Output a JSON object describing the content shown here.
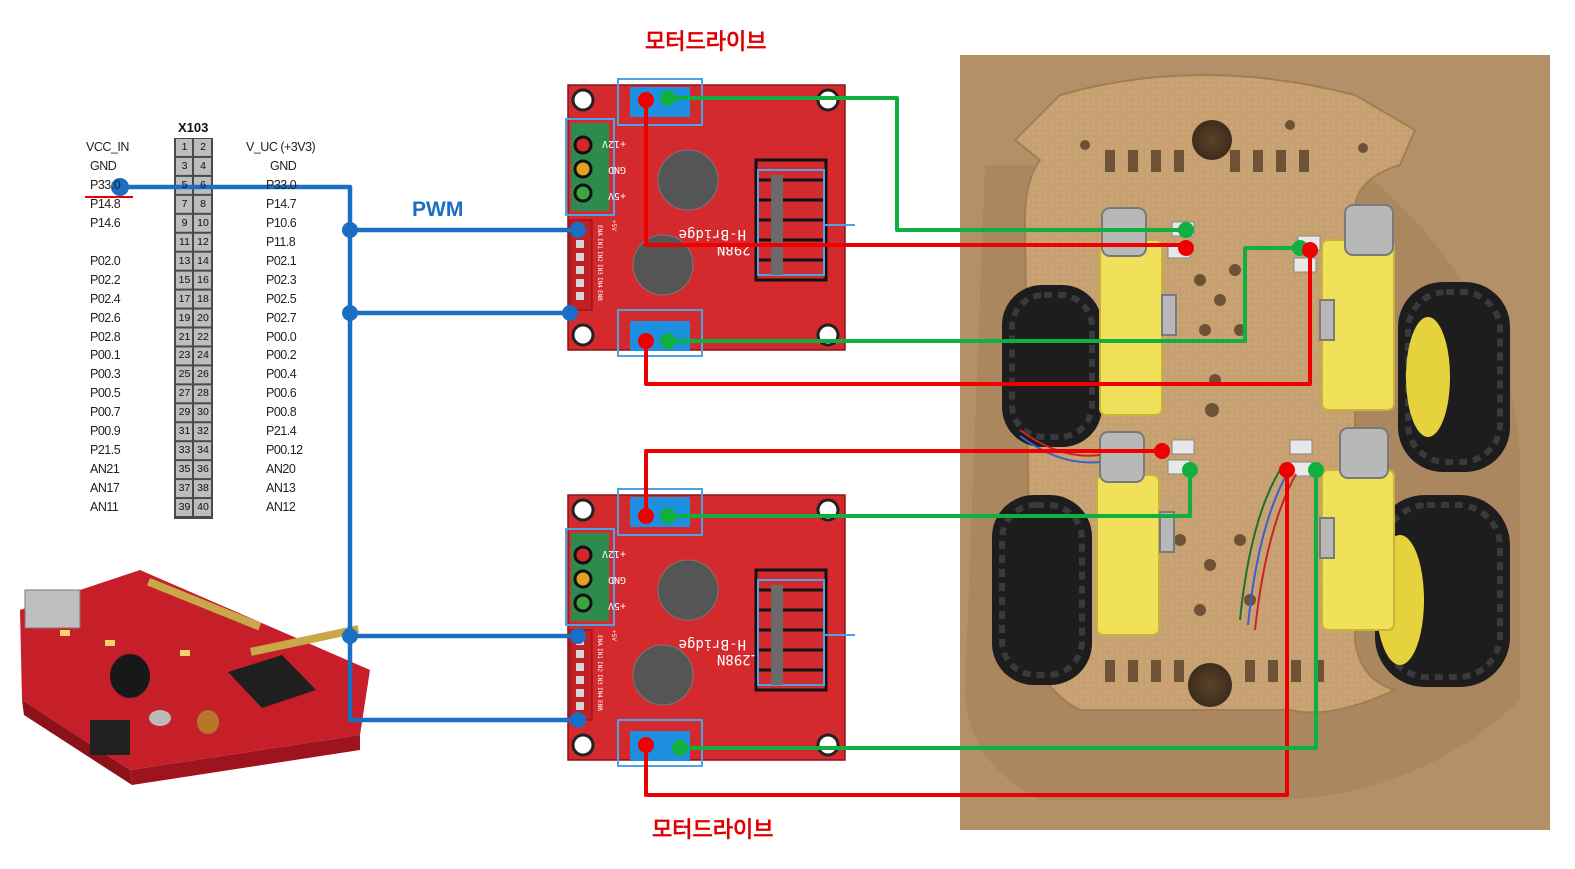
{
  "titles": {
    "driver_top": "모터드라이브",
    "driver_bottom": "모터드라이브",
    "pwm": "PWM"
  },
  "header": {
    "name": "X103",
    "left_labels": [
      "VCC_IN",
      "GND",
      "P33.0",
      "P14.8",
      "P14.6",
      "",
      "P02.0",
      "P02.2",
      "P02.4",
      "P02.6",
      "P02.8",
      "P00.1",
      "P00.3",
      "P00.5",
      "P00.7",
      "P00.9",
      "P21.5",
      "AN21",
      "AN17",
      "AN11"
    ],
    "right_labels": [
      "V_UC (+3V3)",
      "GND",
      "P33.0",
      "P14.7",
      "P10.6",
      "P11.8",
      "P02.1",
      "P02.3",
      "P02.5",
      "P02.7",
      "P00.0",
      "P00.2",
      "P00.4",
      "P00.6",
      "P00.8",
      "P21.4",
      "P00.12",
      "AN20",
      "AN13",
      "AN12"
    ],
    "left_pins": [
      "1",
      "3",
      "5",
      "7",
      "9",
      "11",
      "13",
      "15",
      "17",
      "19",
      "21",
      "23",
      "25",
      "27",
      "29",
      "31",
      "33",
      "35",
      "37",
      "39"
    ],
    "right_pins": [
      "2",
      "4",
      "6",
      "8",
      "10",
      "12",
      "14",
      "16",
      "18",
      "20",
      "22",
      "24",
      "26",
      "28",
      "30",
      "32",
      "34",
      "36",
      "38",
      "40"
    ]
  },
  "driver_board": {
    "chip": "L298N",
    "bridge": "H-Bridge",
    "power_labels": [
      "+12V",
      "GND",
      "+5V"
    ],
    "input_labels": [
      "ENA",
      "IN1",
      "IN2",
      "IN3",
      "IN4",
      "ENB"
    ],
    "vcc_label": "+5V"
  },
  "colors": {
    "pwm_wire": "#1a6fc4",
    "red_wire": "#ee0000",
    "green_wire": "#10b040",
    "board": "#d42a2e",
    "terminal": "#1e8fe0",
    "chassis": "#c9a273"
  }
}
